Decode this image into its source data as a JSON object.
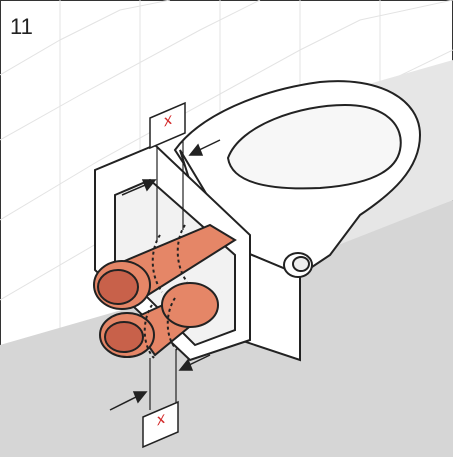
{
  "step": {
    "number": "11"
  },
  "markers": {
    "top": "x",
    "bottom": "x"
  },
  "colors": {
    "pipe": "#e58667",
    "pipe_dark": "#c8614a",
    "wall_shadow": "#d6d6d6",
    "grid": "#e3e3e3",
    "mark": "#d32b2b",
    "outline": "#222222"
  }
}
